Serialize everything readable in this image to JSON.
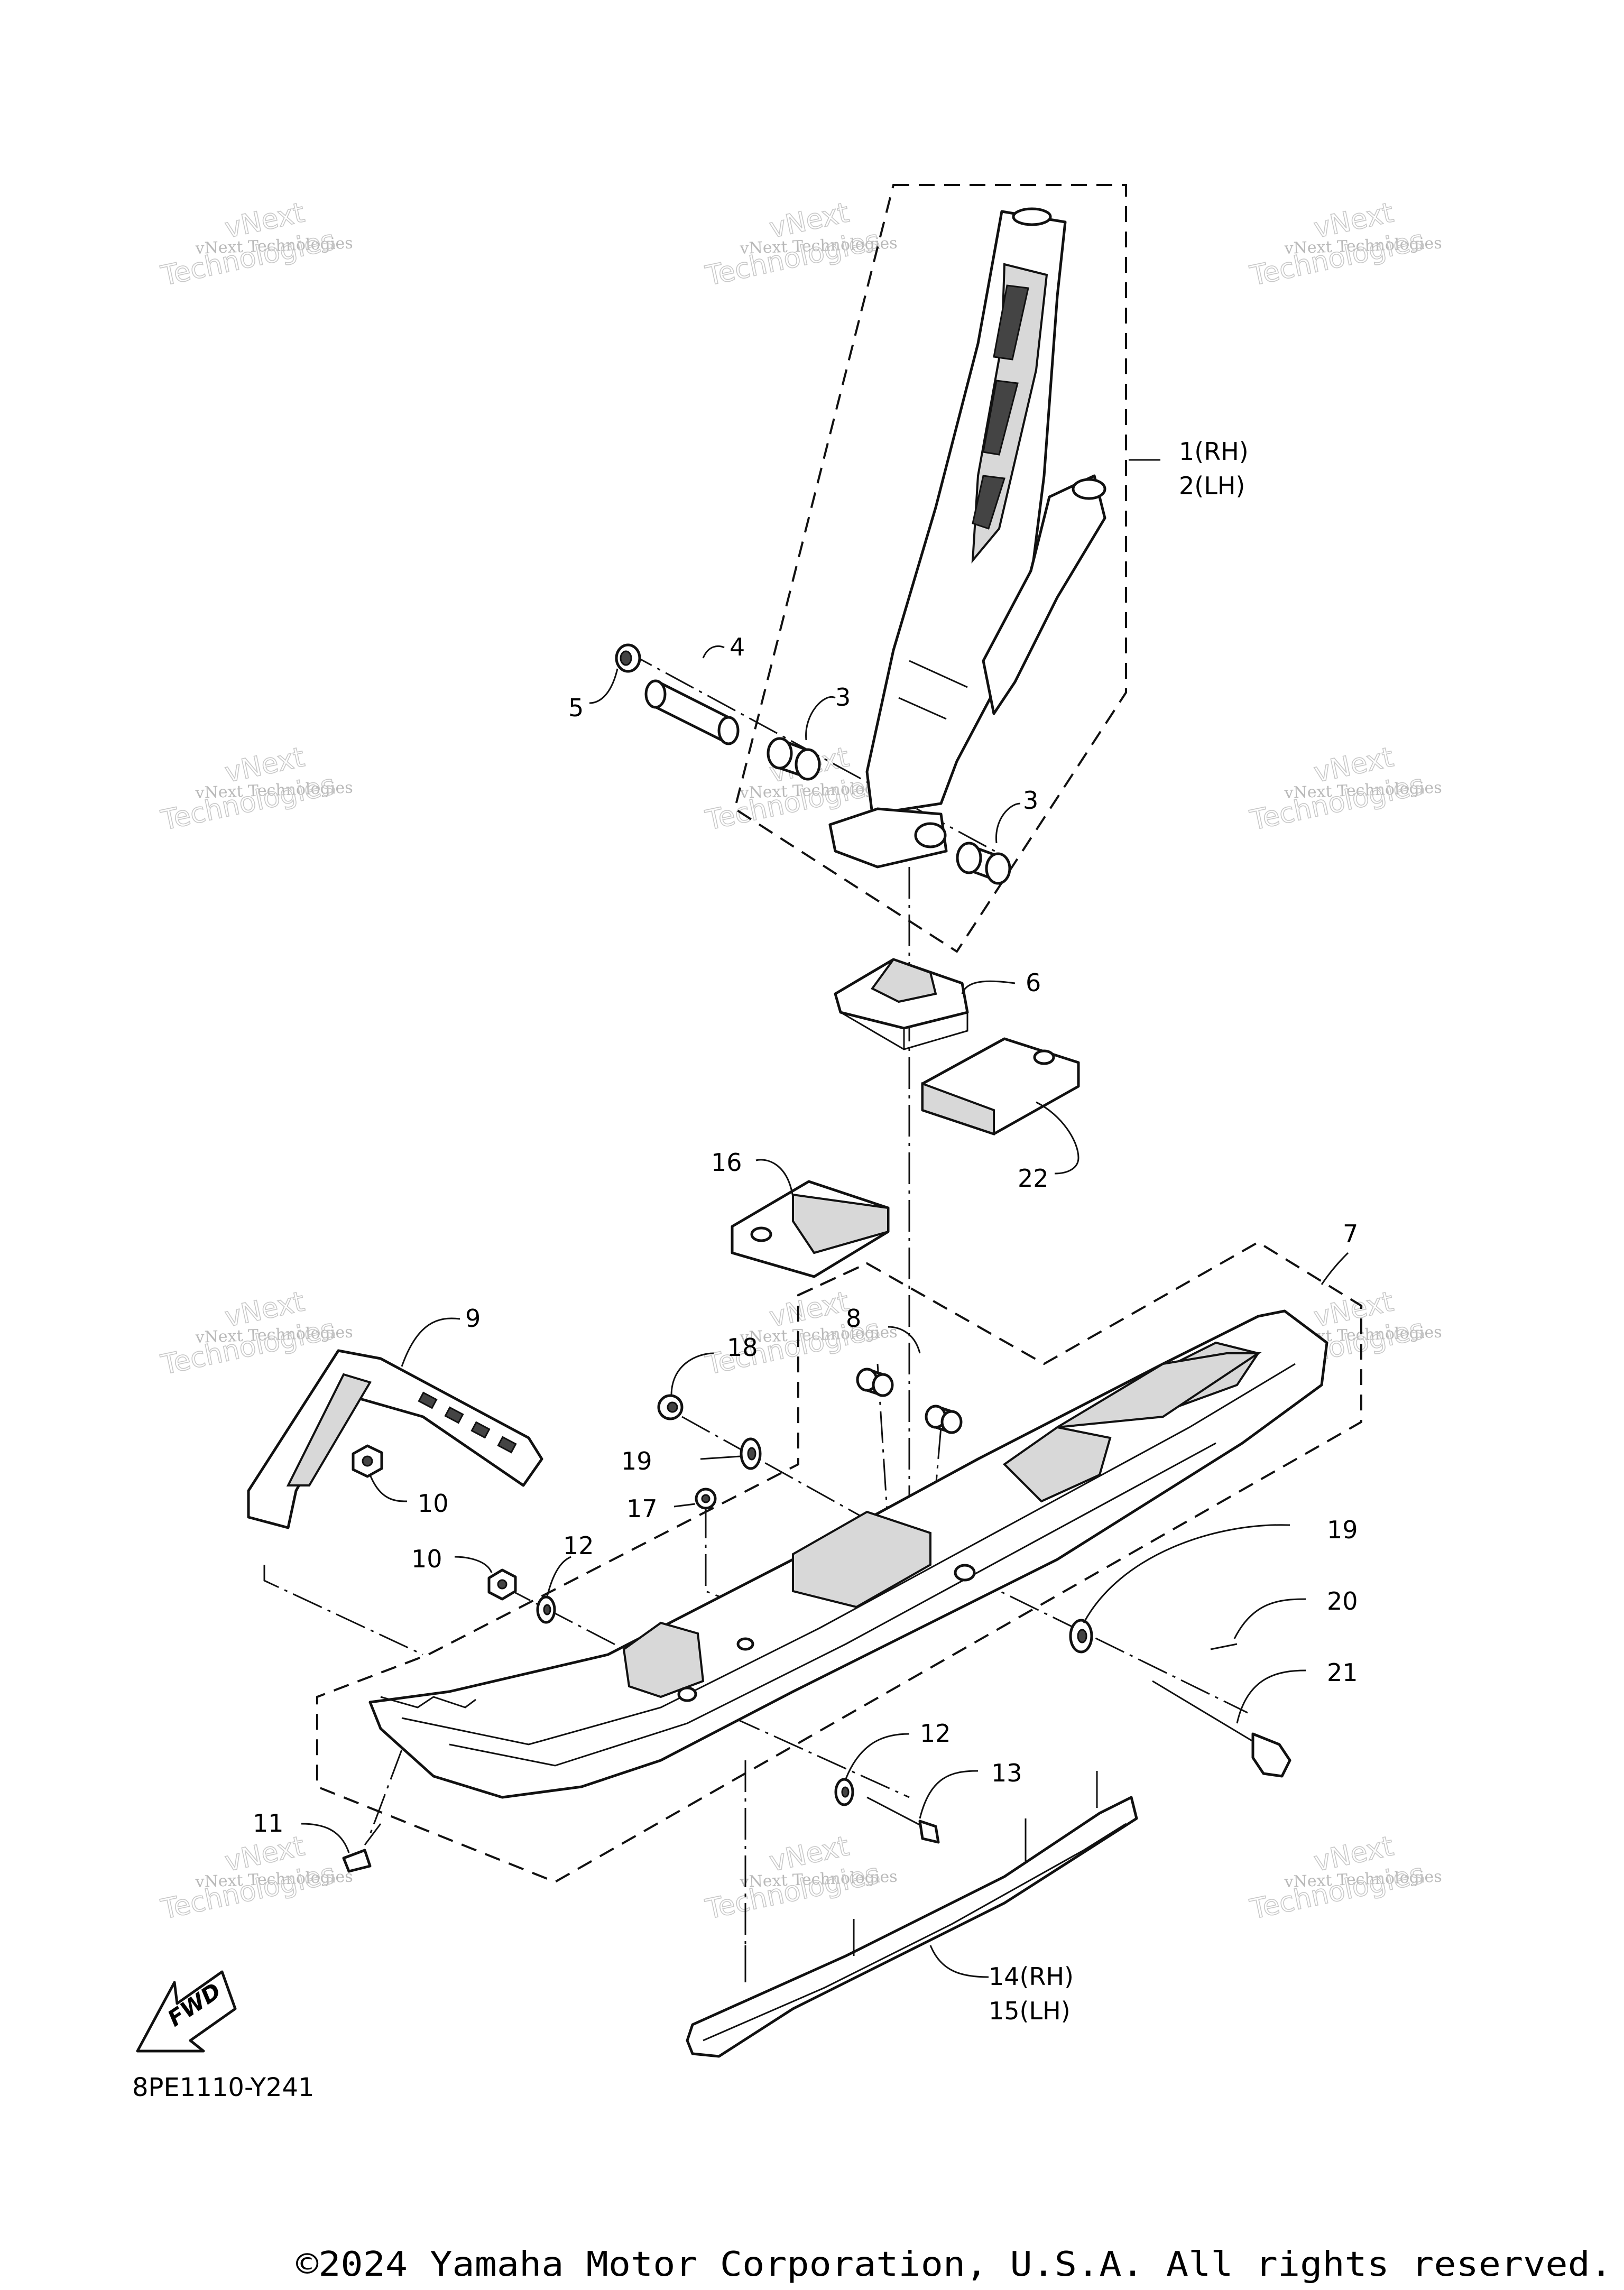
{
  "diagram": {
    "code": "8PE1110-Y241",
    "copyright": "©2024 Yamaha Motor Corporation, U.S.A. All rights reserved.",
    "fwd_label": "FWD",
    "watermark": {
      "line1": "vNext Technologies",
      "line2": "vNext",
      "line3": "Technologies"
    },
    "callouts": [
      {
        "id": "c1",
        "text": "1(RH)"
      },
      {
        "id": "c2",
        "text": "2(LH)"
      },
      {
        "id": "c3a",
        "text": "3"
      },
      {
        "id": "c3b",
        "text": "3"
      },
      {
        "id": "c4",
        "text": "4"
      },
      {
        "id": "c5",
        "text": "5"
      },
      {
        "id": "c6",
        "text": "6"
      },
      {
        "id": "c7",
        "text": "7"
      },
      {
        "id": "c8",
        "text": "8"
      },
      {
        "id": "c9",
        "text": "9"
      },
      {
        "id": "c10a",
        "text": "10"
      },
      {
        "id": "c10b",
        "text": "10"
      },
      {
        "id": "c11",
        "text": "11"
      },
      {
        "id": "c12a",
        "text": "12"
      },
      {
        "id": "c12b",
        "text": "12"
      },
      {
        "id": "c13",
        "text": "13"
      },
      {
        "id": "c14",
        "text": "14(RH)"
      },
      {
        "id": "c15",
        "text": "15(LH)"
      },
      {
        "id": "c16",
        "text": "16"
      },
      {
        "id": "c17",
        "text": "17"
      },
      {
        "id": "c18",
        "text": "18"
      },
      {
        "id": "c19a",
        "text": "19"
      },
      {
        "id": "c19b",
        "text": "19"
      },
      {
        "id": "c20",
        "text": "20"
      },
      {
        "id": "c21",
        "text": "21"
      },
      {
        "id": "c22",
        "text": "22"
      }
    ]
  }
}
